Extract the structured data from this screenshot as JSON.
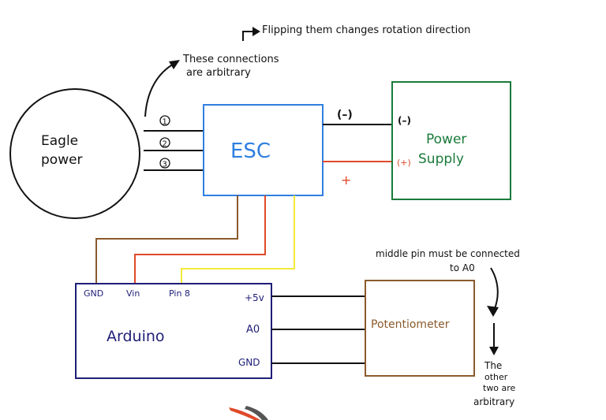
{
  "colors": {
    "black": "#111111",
    "blue": "#2f7fe0",
    "green": "#1a7a3a",
    "brown": "#8a5a2b",
    "red": "#e04a2a",
    "yellow": "#f2ea3a",
    "navy": "#1e1e78",
    "pot_brown": "#8a5a2b"
  },
  "annotations": {
    "flip": "Flipping them changes rotation direction",
    "arbitrary_line1": "These connections",
    "arbitrary_line2": "are arbitrary",
    "middle_line1": "middle pin must be connected",
    "middle_line2": "to A0",
    "other_line1": "The",
    "other_line2": "other",
    "other_line3": "two are",
    "other_line4": "arbitrary"
  },
  "motor": {
    "label_line1": "Eagle",
    "label_line2": "power",
    "wire_labels": [
      "1",
      "2",
      "3"
    ]
  },
  "esc": {
    "label": "ESC",
    "neg_label": "(–)",
    "pos_label": "+"
  },
  "power_supply": {
    "label_line1": "Power",
    "label_line2": "Supply",
    "neg_label": "(–)",
    "pos_label": "(+)"
  },
  "arduino": {
    "label": "Arduino",
    "pins_top": [
      "GND",
      "Vin",
      "Pin 8"
    ],
    "pins_right": [
      "+5v",
      "A0",
      "GND"
    ]
  },
  "potentiometer": {
    "label": "Potentiometer"
  }
}
